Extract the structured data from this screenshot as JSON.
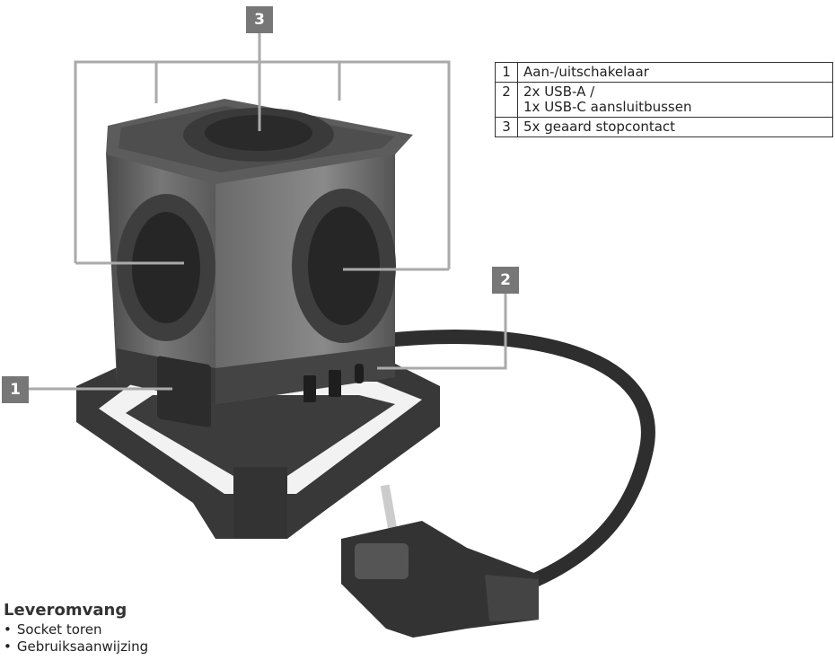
{
  "callouts": [
    "1",
    "2",
    "3"
  ],
  "legend": [
    {
      "num": "1",
      "text": "Aan-/uitschakelaar"
    },
    {
      "num": "2",
      "text": "2x USB-A /\n1x USB-C aansluitbussen"
    },
    {
      "num": "3",
      "text": "5x geaard stopcontact"
    }
  ],
  "scope": {
    "title": "Leveromvang",
    "items": [
      "Socket toren",
      "Gebruiksaanwijzing"
    ]
  },
  "colors": {
    "callout_bg": "#777777",
    "leader_line": "#aaaaaa",
    "product": "#3a3a3a"
  }
}
